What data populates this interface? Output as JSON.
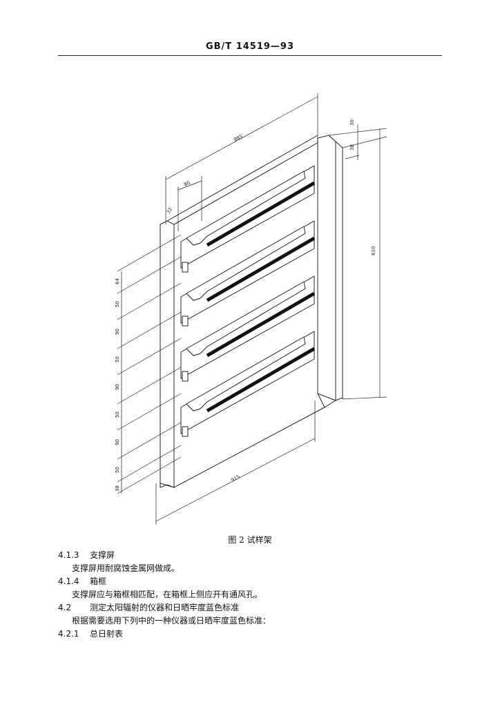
{
  "header": {
    "code": "GB/T 14519—93"
  },
  "figure": {
    "caption": "图 2   试样架",
    "dimensions": {
      "top_length": "885",
      "width_80": "80",
      "offset_32": "32",
      "top_30": "30",
      "top_38": "38",
      "height_610": "610",
      "bottom_915": "915",
      "left_64": "64",
      "left_50_a": "50",
      "left_90_a": "90",
      "left_50_b": "50",
      "left_90_b": "90",
      "left_50_c": "50",
      "left_90_c": "90",
      "left_50_d": "50",
      "left_38": "38"
    }
  },
  "body": {
    "s413_num": "4.1.3",
    "s413_title": "支撑屏",
    "s413_text": "支撑屏用耐腐蚀金属网做成。",
    "s414_num": "4.1.4",
    "s414_title": "箱框",
    "s414_text": "支撑屏应与箱框相匹配，在箱框上侧应开有通风孔。",
    "s42_num": "4.2",
    "s42_title": "测定太阳辐射的仪器和日晒牢度蓝色标准",
    "s42_text": "根据需要选用下列中的一种仪器或日晒牢度蓝色标准：",
    "s421_num": "4.2.1",
    "s421_title": "总日射表"
  }
}
